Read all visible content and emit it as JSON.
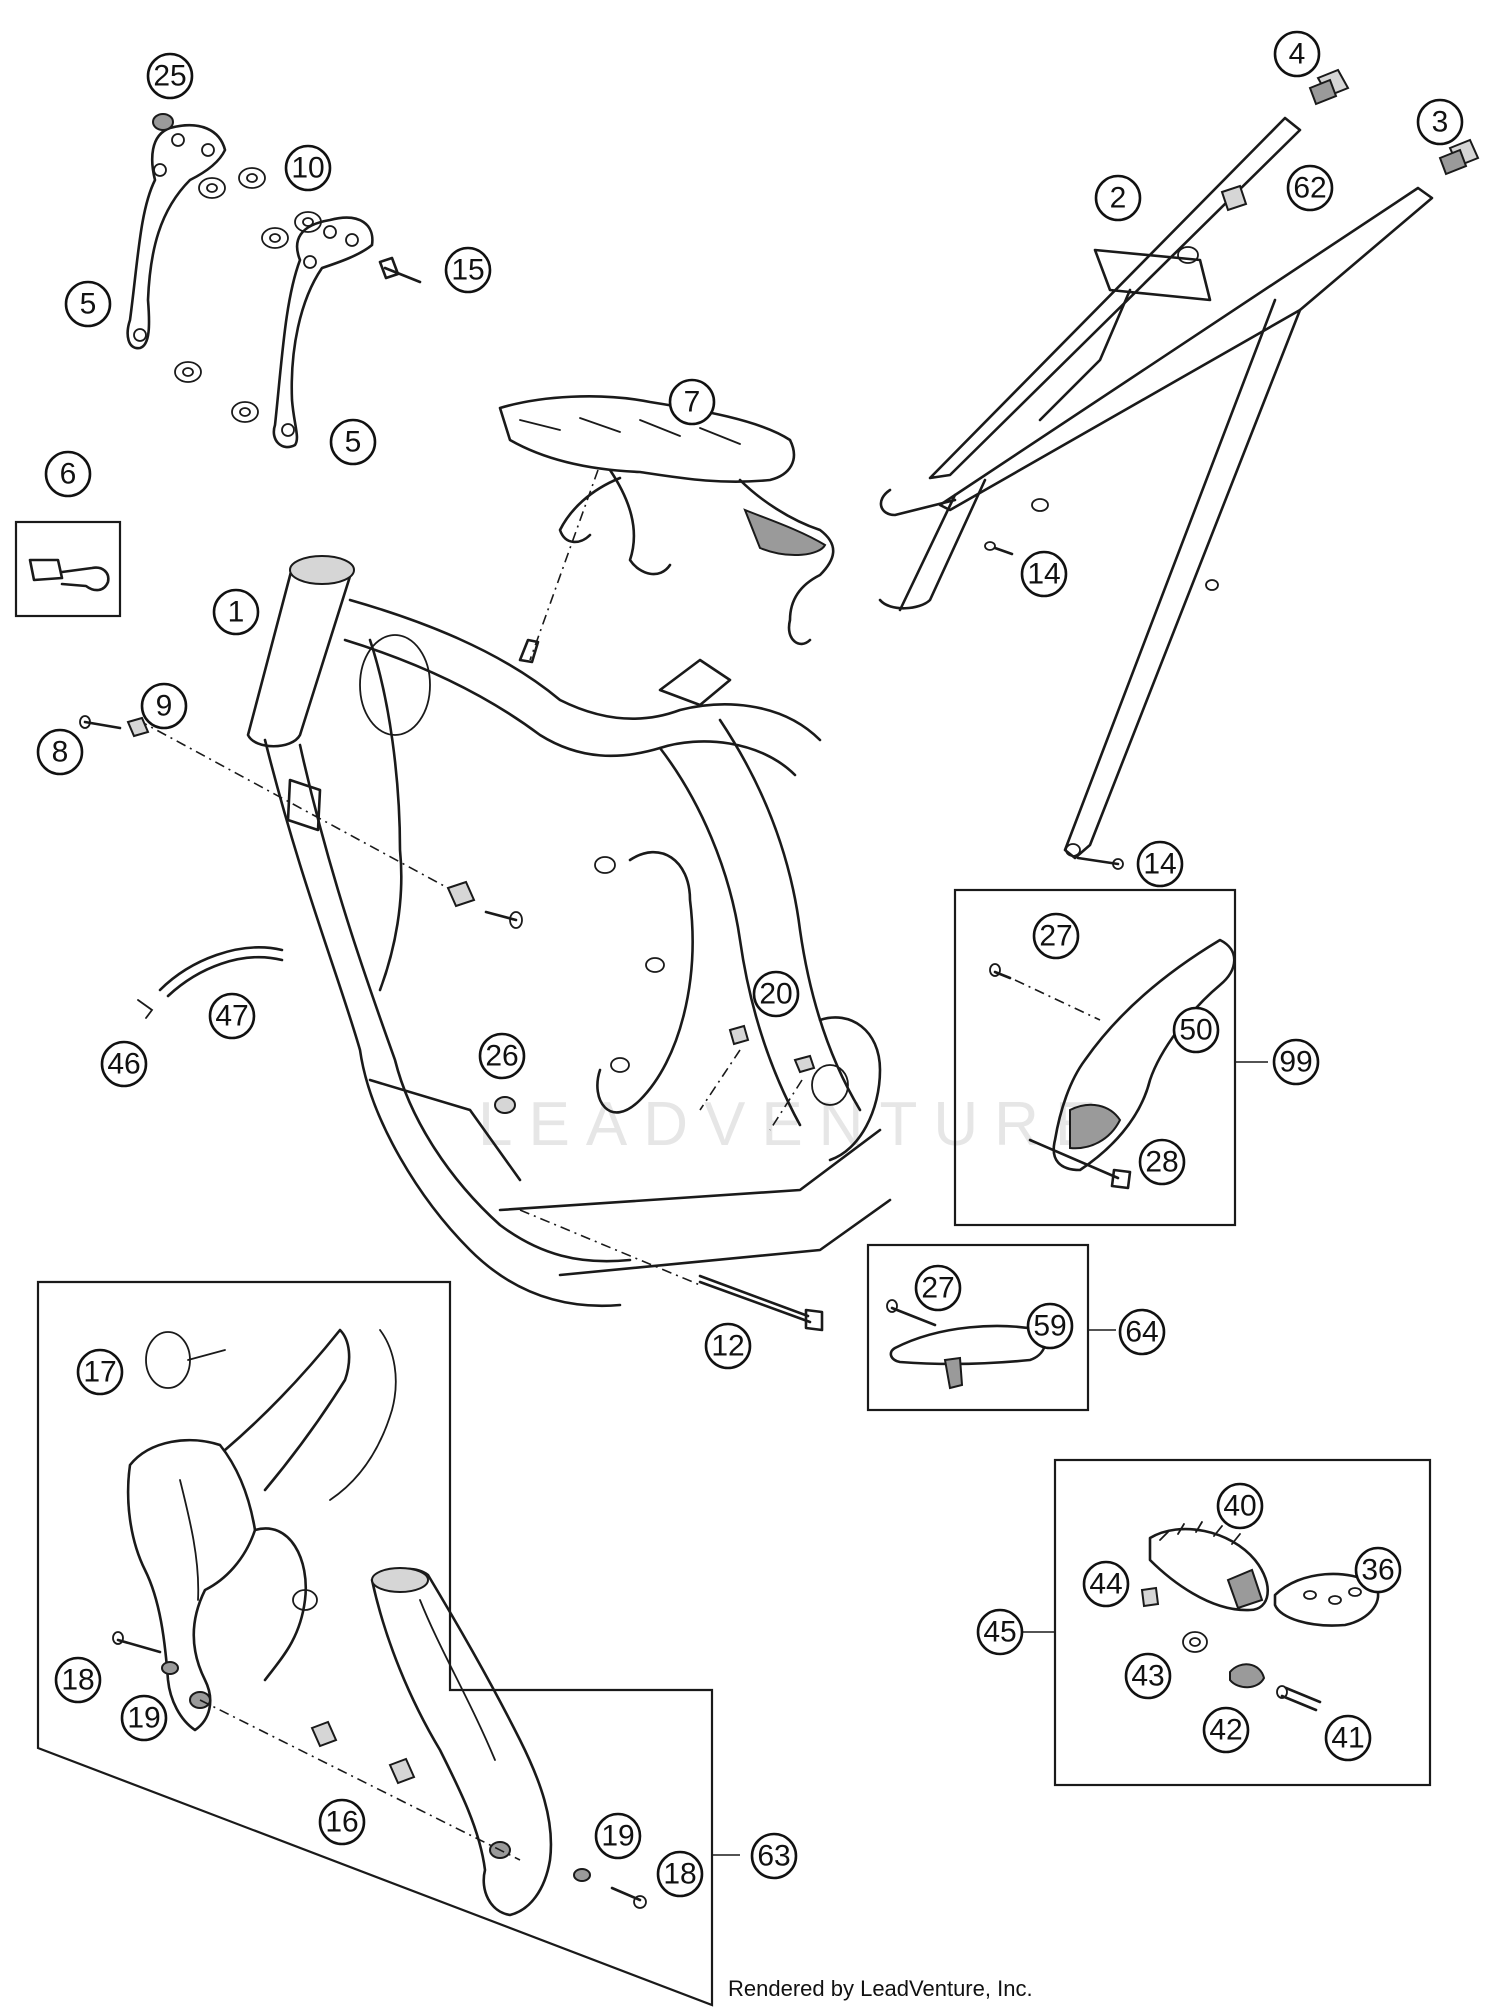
{
  "callouts": [
    {
      "num": "25"
    },
    {
      "num": "10"
    },
    {
      "num": "15"
    },
    {
      "num": "5"
    },
    {
      "num": "5"
    },
    {
      "num": "4"
    },
    {
      "num": "3"
    },
    {
      "num": "2"
    },
    {
      "num": "62"
    },
    {
      "num": "7"
    },
    {
      "num": "6"
    },
    {
      "num": "1"
    },
    {
      "num": "9"
    },
    {
      "num": "8"
    },
    {
      "num": "14"
    },
    {
      "num": "14"
    },
    {
      "num": "27"
    },
    {
      "num": "50"
    },
    {
      "num": "99"
    },
    {
      "num": "28"
    },
    {
      "num": "20"
    },
    {
      "num": "26"
    },
    {
      "num": "47"
    },
    {
      "num": "46"
    },
    {
      "num": "27"
    },
    {
      "num": "59"
    },
    {
      "num": "64"
    },
    {
      "num": "12"
    },
    {
      "num": "17"
    },
    {
      "num": "40"
    },
    {
      "num": "44"
    },
    {
      "num": "36"
    },
    {
      "num": "45"
    },
    {
      "num": "43"
    },
    {
      "num": "42"
    },
    {
      "num": "41"
    },
    {
      "num": "18"
    },
    {
      "num": "19"
    },
    {
      "num": "16"
    },
    {
      "num": "19"
    },
    {
      "num": "18"
    },
    {
      "num": "63"
    }
  ],
  "watermark": "LEADVENTURE",
  "footer": "Rendered by LeadVenture, Inc."
}
